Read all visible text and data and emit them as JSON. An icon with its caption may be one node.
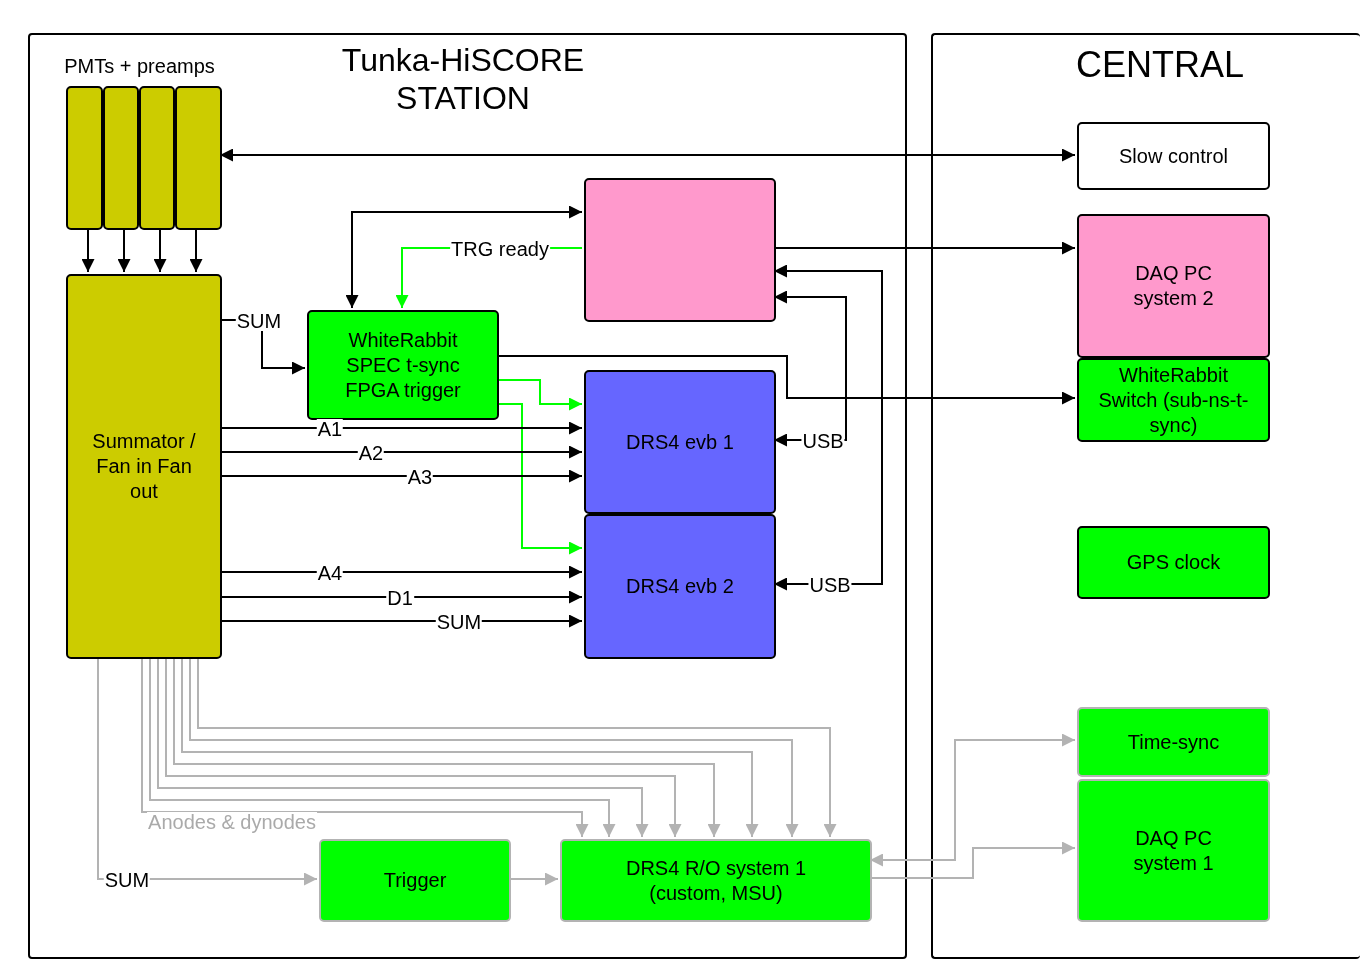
{
  "diagram": {
    "nodes": [
      {
        "text": [
          "Tunka-HiSCORE STATION"
        ]
      },
      {
        "text": [
          "PMTs + preamps"
        ],
        "in": 0
      },
      {
        "text": [],
        "shape": "box",
        "in": 1
      },
      {
        "text": [],
        "shape": "box",
        "in": 1
      },
      {
        "text": [],
        "shape": "box",
        "in": 1
      },
      {
        "text": [],
        "shape": "box",
        "in": 1
      },
      {
        "text": [
          "Summator / Fan in Fan out"
        ],
        "in": 0
      },
      {
        "text": [
          "WhiteRabbit SPEC t-sync FPGA trigger"
        ],
        "in": 0
      },
      {
        "text": [],
        "shape": "box",
        "in": 0
      },
      {
        "text": [
          "DRS4 evb 1"
        ],
        "in": 0
      },
      {
        "text": [
          "DRS4 evb 2"
        ],
        "in": 0
      },
      {
        "text": [
          "Trigger"
        ],
        "in": 0
      },
      {
        "text": [
          "DRS4 R/O system 1 (custom, MSU)"
        ],
        "in": 0
      },
      {
        "text": [
          "CENTRAL"
        ]
      },
      {
        "text": [
          "Slow control"
        ],
        "in": 13
      },
      {
        "text": [
          "DAQ PC system 2"
        ],
        "in": 13
      },
      {
        "text": [
          "WhiteRabbit Switch (sub-ns-t-sync)"
        ],
        "in": 13
      },
      {
        "text": [
          "GPS clock"
        ],
        "in": 13
      },
      {
        "text": [
          "Time-sync"
        ],
        "in": 13
      },
      {
        "text": [
          "DAQ PC system 1"
        ],
        "in": 13
      }
    ],
    "edges": [
      {
        "from": 5,
        "to": 14,
        "arrow": "both"
      },
      {
        "from": 2,
        "to": 6,
        "arrow": "to"
      },
      {
        "from": 3,
        "to": 6,
        "arrow": "to"
      },
      {
        "from": 4,
        "to": 6,
        "arrow": "to"
      },
      {
        "from": 5,
        "to": 6,
        "arrow": "to"
      },
      {
        "from": 6,
        "to": 7,
        "arrow": "to",
        "label": "SUM"
      },
      {
        "from": 7,
        "to": 8,
        "arrow": "both"
      },
      {
        "from": 8,
        "to": 7,
        "arrow": "to",
        "label": "TRG ready",
        "color": "#00ff00"
      },
      {
        "from": 7,
        "to": 9,
        "arrow": "to",
        "color": "#00ff00"
      },
      {
        "from": 7,
        "to": 10,
        "arrow": "to",
        "color": "#00ff00"
      },
      {
        "from": 7,
        "to": 16,
        "arrow": "to"
      },
      {
        "from": 8,
        "to": 15,
        "arrow": "to"
      },
      {
        "from": 6,
        "to": 9,
        "arrow": "to",
        "label": "A1"
      },
      {
        "from": 6,
        "to": 9,
        "arrow": "to",
        "label": "A2"
      },
      {
        "from": 6,
        "to": 9,
        "arrow": "to",
        "label": "A3"
      },
      {
        "from": 6,
        "to": 10,
        "arrow": "to",
        "label": "A4"
      },
      {
        "from": 6,
        "to": 10,
        "arrow": "to",
        "label": "D1"
      },
      {
        "from": 6,
        "to": 10,
        "arrow": "to",
        "label": "SUM"
      },
      {
        "from": 8,
        "to": 9,
        "arrow": "both",
        "label": "USB"
      },
      {
        "from": 8,
        "to": 10,
        "arrow": "both",
        "label": "USB"
      },
      {
        "from": 6,
        "to": 12,
        "arrow": "to",
        "label": "Anodes & dynodes",
        "color": "#b3b3b3"
      },
      {
        "from": 6,
        "to": 12,
        "arrow": "to",
        "color": "#b3b3b3"
      },
      {
        "from": 6,
        "to": 12,
        "arrow": "to",
        "color": "#b3b3b3"
      },
      {
        "from": 6,
        "to": 12,
        "arrow": "to",
        "color": "#b3b3b3"
      },
      {
        "from": 6,
        "to": 12,
        "arrow": "to",
        "color": "#b3b3b3"
      },
      {
        "from": 6,
        "to": 12,
        "arrow": "to",
        "color": "#b3b3b3"
      },
      {
        "from": 6,
        "to": 12,
        "arrow": "to",
        "color": "#b3b3b3"
      },
      {
        "from": 6,
        "to": 12,
        "arrow": "to",
        "color": "#b3b3b3"
      },
      {
        "from": 6,
        "to": 11,
        "arrow": "to",
        "label": "SUM",
        "color": "#b3b3b3"
      },
      {
        "from": 11,
        "to": 12,
        "arrow": "to",
        "color": "#b3b3b3"
      },
      {
        "from": 18,
        "to": 12,
        "arrow": "both",
        "color": "#b3b3b3"
      },
      {
        "from": 12,
        "to": 19,
        "arrow": "to",
        "color": "#b3b3b3"
      }
    ]
  }
}
